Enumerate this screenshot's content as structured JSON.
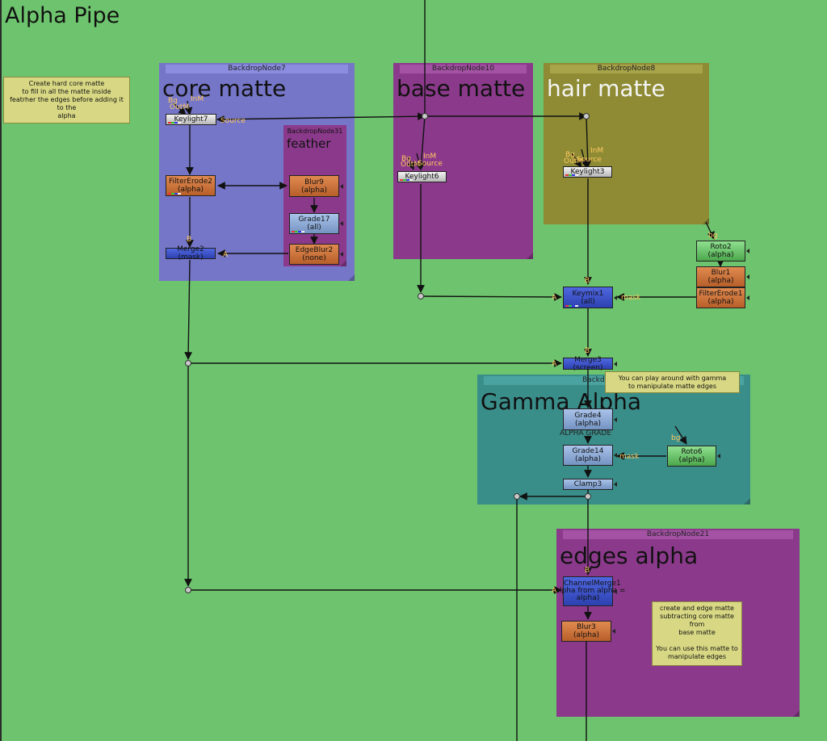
{
  "page_title": "Alpha Pipe",
  "backdrops": {
    "bd7": {
      "header": "BackdropNode7",
      "title": "core matte"
    },
    "bd10": {
      "header": "BackdropNode10",
      "title": "base matte"
    },
    "bd8": {
      "header": "BackdropNode8",
      "title": "hair matte"
    },
    "bd31": {
      "header": "BackdropNode31",
      "title": "feather"
    },
    "gamma": {
      "header": "Backd",
      "title": "Gamma Alpha"
    },
    "bd21": {
      "header": "BackdropNode21",
      "title": "edges alpha"
    }
  },
  "nodes": {
    "keylight7": "Keylight7",
    "keylight6": "Keylight6",
    "keylight3": "Keylight3",
    "filtererode2": [
      "FilterErode2",
      "(alpha)"
    ],
    "blur9": [
      "Blur9",
      "(alpha)"
    ],
    "grade17": [
      "Grade17",
      "(all)"
    ],
    "edgeblur2": [
      "EdgeBlur2",
      "(none)"
    ],
    "merge2": "Merge2 (mask)",
    "roto2": [
      "Roto2",
      "(alpha)"
    ],
    "blur1": [
      "Blur1",
      "(alpha)"
    ],
    "filtererode1": [
      "FilterErode1",
      "(alpha)"
    ],
    "keymix1": [
      "Keymix1",
      "(all)"
    ],
    "merge3": "Merge3 (screen)",
    "grade4": [
      "Grade4",
      "(alpha)"
    ],
    "grade4_sub": "ALPHA GRADE",
    "grade14": [
      "Grade14",
      "(alpha)"
    ],
    "roto6": [
      "Roto6",
      "(alpha)"
    ],
    "clamp3": "Clamp3",
    "channelmerge1": [
      "ChannelMerge1",
      "(alpha from alpha =",
      "alpha)"
    ],
    "blur3": [
      "Blur3",
      "(alpha)"
    ]
  },
  "notes": {
    "core": "Create hard core matte\nto fill in all the matte inside\nfeatrher the edges before adding it to the\nalpha",
    "gamma": "You can play around with gamma\nto manipulate matte edges",
    "edges": "create and edge matte\nsubtracting core matte from\nbase matte\n\nYou can use this matte to\nmanipulate edges"
  },
  "labels": {
    "bg": "Bg",
    "inm": "InM",
    "outm": "OutM",
    "source": "Source",
    "b": "B",
    "a": "A",
    "mask": "mask",
    "bg_lower": "bg"
  },
  "colors": {
    "canvas": "#6ec46e",
    "core_matte": "#7576c8",
    "base_matte": "#8b3a8b",
    "hair_matte": "#8e8b34",
    "feather": "#8b3a8b",
    "gamma_alpha": "#3a8e8a",
    "edges_alpha": "#8b3a8b"
  }
}
